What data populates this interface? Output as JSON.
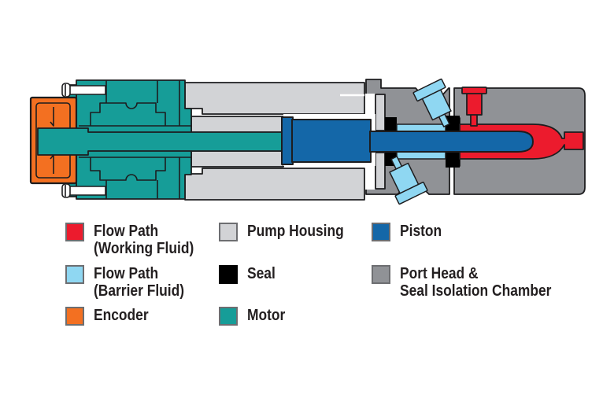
{
  "legend": {
    "items": [
      {
        "id": "flow-working",
        "color": "#EC1B2D",
        "line1": "Flow Path",
        "line2": "(Working Fluid)"
      },
      {
        "id": "flow-barrier",
        "color": "#8FD7F2",
        "line1": "Flow Path",
        "line2": "(Barrier Fluid)"
      },
      {
        "id": "encoder",
        "color": "#F37021",
        "line1": "Encoder",
        "line2": ""
      },
      {
        "id": "pump-housing",
        "color": "#D2D3D6",
        "line1": "Pump Housing",
        "line2": ""
      },
      {
        "id": "seal",
        "color": "#000000",
        "line1": "Seal",
        "line2": ""
      },
      {
        "id": "motor",
        "color": "#169D98",
        "line1": "Motor",
        "line2": ""
      },
      {
        "id": "piston",
        "color": "#1467A8",
        "line1": "Piston",
        "line2": ""
      },
      {
        "id": "port-head",
        "color": "#909296",
        "line1": "Port Head &",
        "line2": "Seal Isolation Chamber"
      }
    ]
  },
  "diagram": {
    "type": "pump-cross-section",
    "parts": [
      {
        "name": "working-fluid-flow-path",
        "color": "#EC1B2D"
      },
      {
        "name": "barrier-fluid-flow-path",
        "color": "#8FD7F2"
      },
      {
        "name": "encoder",
        "color": "#F37021"
      },
      {
        "name": "pump-housing",
        "color": "#D2D3D6"
      },
      {
        "name": "seal",
        "color": "#000000"
      },
      {
        "name": "motor",
        "color": "#169D98"
      },
      {
        "name": "piston",
        "color": "#1467A8"
      },
      {
        "name": "port-head-seal-isolation-chamber",
        "color": "#909296"
      }
    ],
    "outline_color": "#1d1d1f",
    "background": "#ffffff"
  }
}
